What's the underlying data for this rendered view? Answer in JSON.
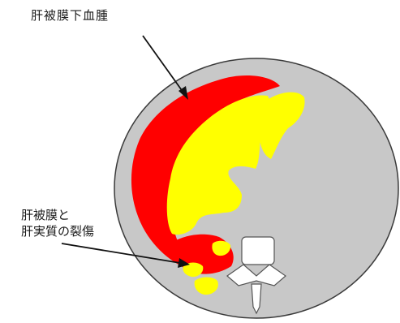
{
  "labels": {
    "subcapsular_hematoma": "肝被膜下血腫",
    "capsule_laceration_line1": "肝被膜と",
    "capsule_laceration_line2": "肝実質の裂傷"
  },
  "colors": {
    "background": "#ffffff",
    "body_section": "#c8c8c8",
    "body_outline": "#3a3a3a",
    "hematoma": "#ff0000",
    "liver": "#ffff00",
    "vertebra": "#ffffff",
    "arrow": "#111111"
  }
}
